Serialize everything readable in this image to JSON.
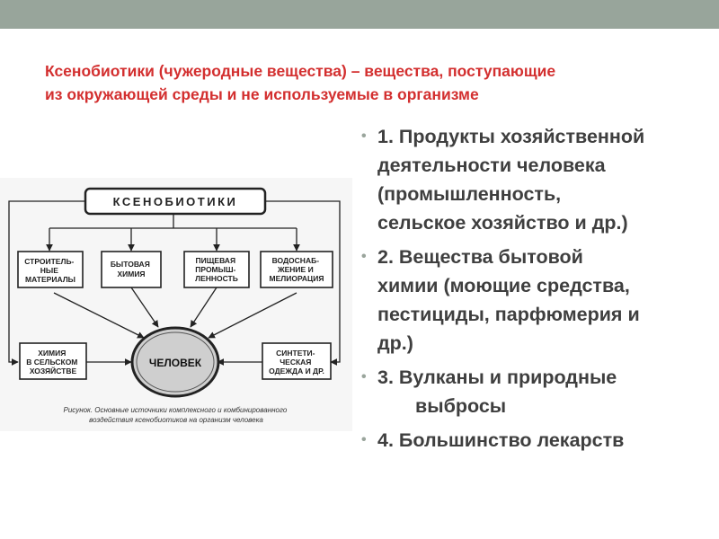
{
  "slide": {
    "title_line1": "Ксенобиотики (чужеродные вещества) – вещества, поступающие",
    "title_line2": "из окружающей среды и не используемые в организме",
    "bullets": [
      {
        "lines": [
          "1. Продукты хозяйственной",
          "деятельности человека",
          "(промышленность,",
          "сельское хозяйство и др.)"
        ]
      },
      {
        "lines": [
          "2. Вещества бытовой",
          "химии (моющие средства,",
          "пестициды, парфюмерия и",
          "др.)"
        ]
      },
      {
        "lines": [
          "3. Вулканы и природные"
        ],
        "continuation": "выбросы"
      },
      {
        "lines": [
          "4. Большинство лекарств"
        ]
      }
    ]
  },
  "diagram": {
    "top_box": "КСЕНОБИОТИКИ",
    "source_boxes": [
      [
        "СТРОИТЕЛЬ-",
        "НЫЕ",
        "МАТЕРИАЛЫ"
      ],
      [
        "БЫТОВАЯ",
        "ХИМИЯ"
      ],
      [
        "ПИЩЕВАЯ",
        "ПРОМЫШ-",
        "ЛЕННОСТЬ"
      ],
      [
        "ВОДОСНАБ-",
        "ЖЕНИЕ И",
        "МЕЛИОРАЦИЯ"
      ]
    ],
    "bottom_left_box": [
      "ХИМИЯ",
      "В СЕЛЬСКОМ",
      "ХОЗЯЙСТВЕ"
    ],
    "bottom_right_box": [
      "СИНТЕТИ-",
      "ЧЕСКАЯ",
      "ОДЕЖДА И ДР."
    ],
    "center": "ЧЕЛОВЕК",
    "caption_line1": "Рисунок. Основные источники комплексного и комбинированного",
    "caption_line2": "воздействия ксенобиотиков на организм человека"
  }
}
